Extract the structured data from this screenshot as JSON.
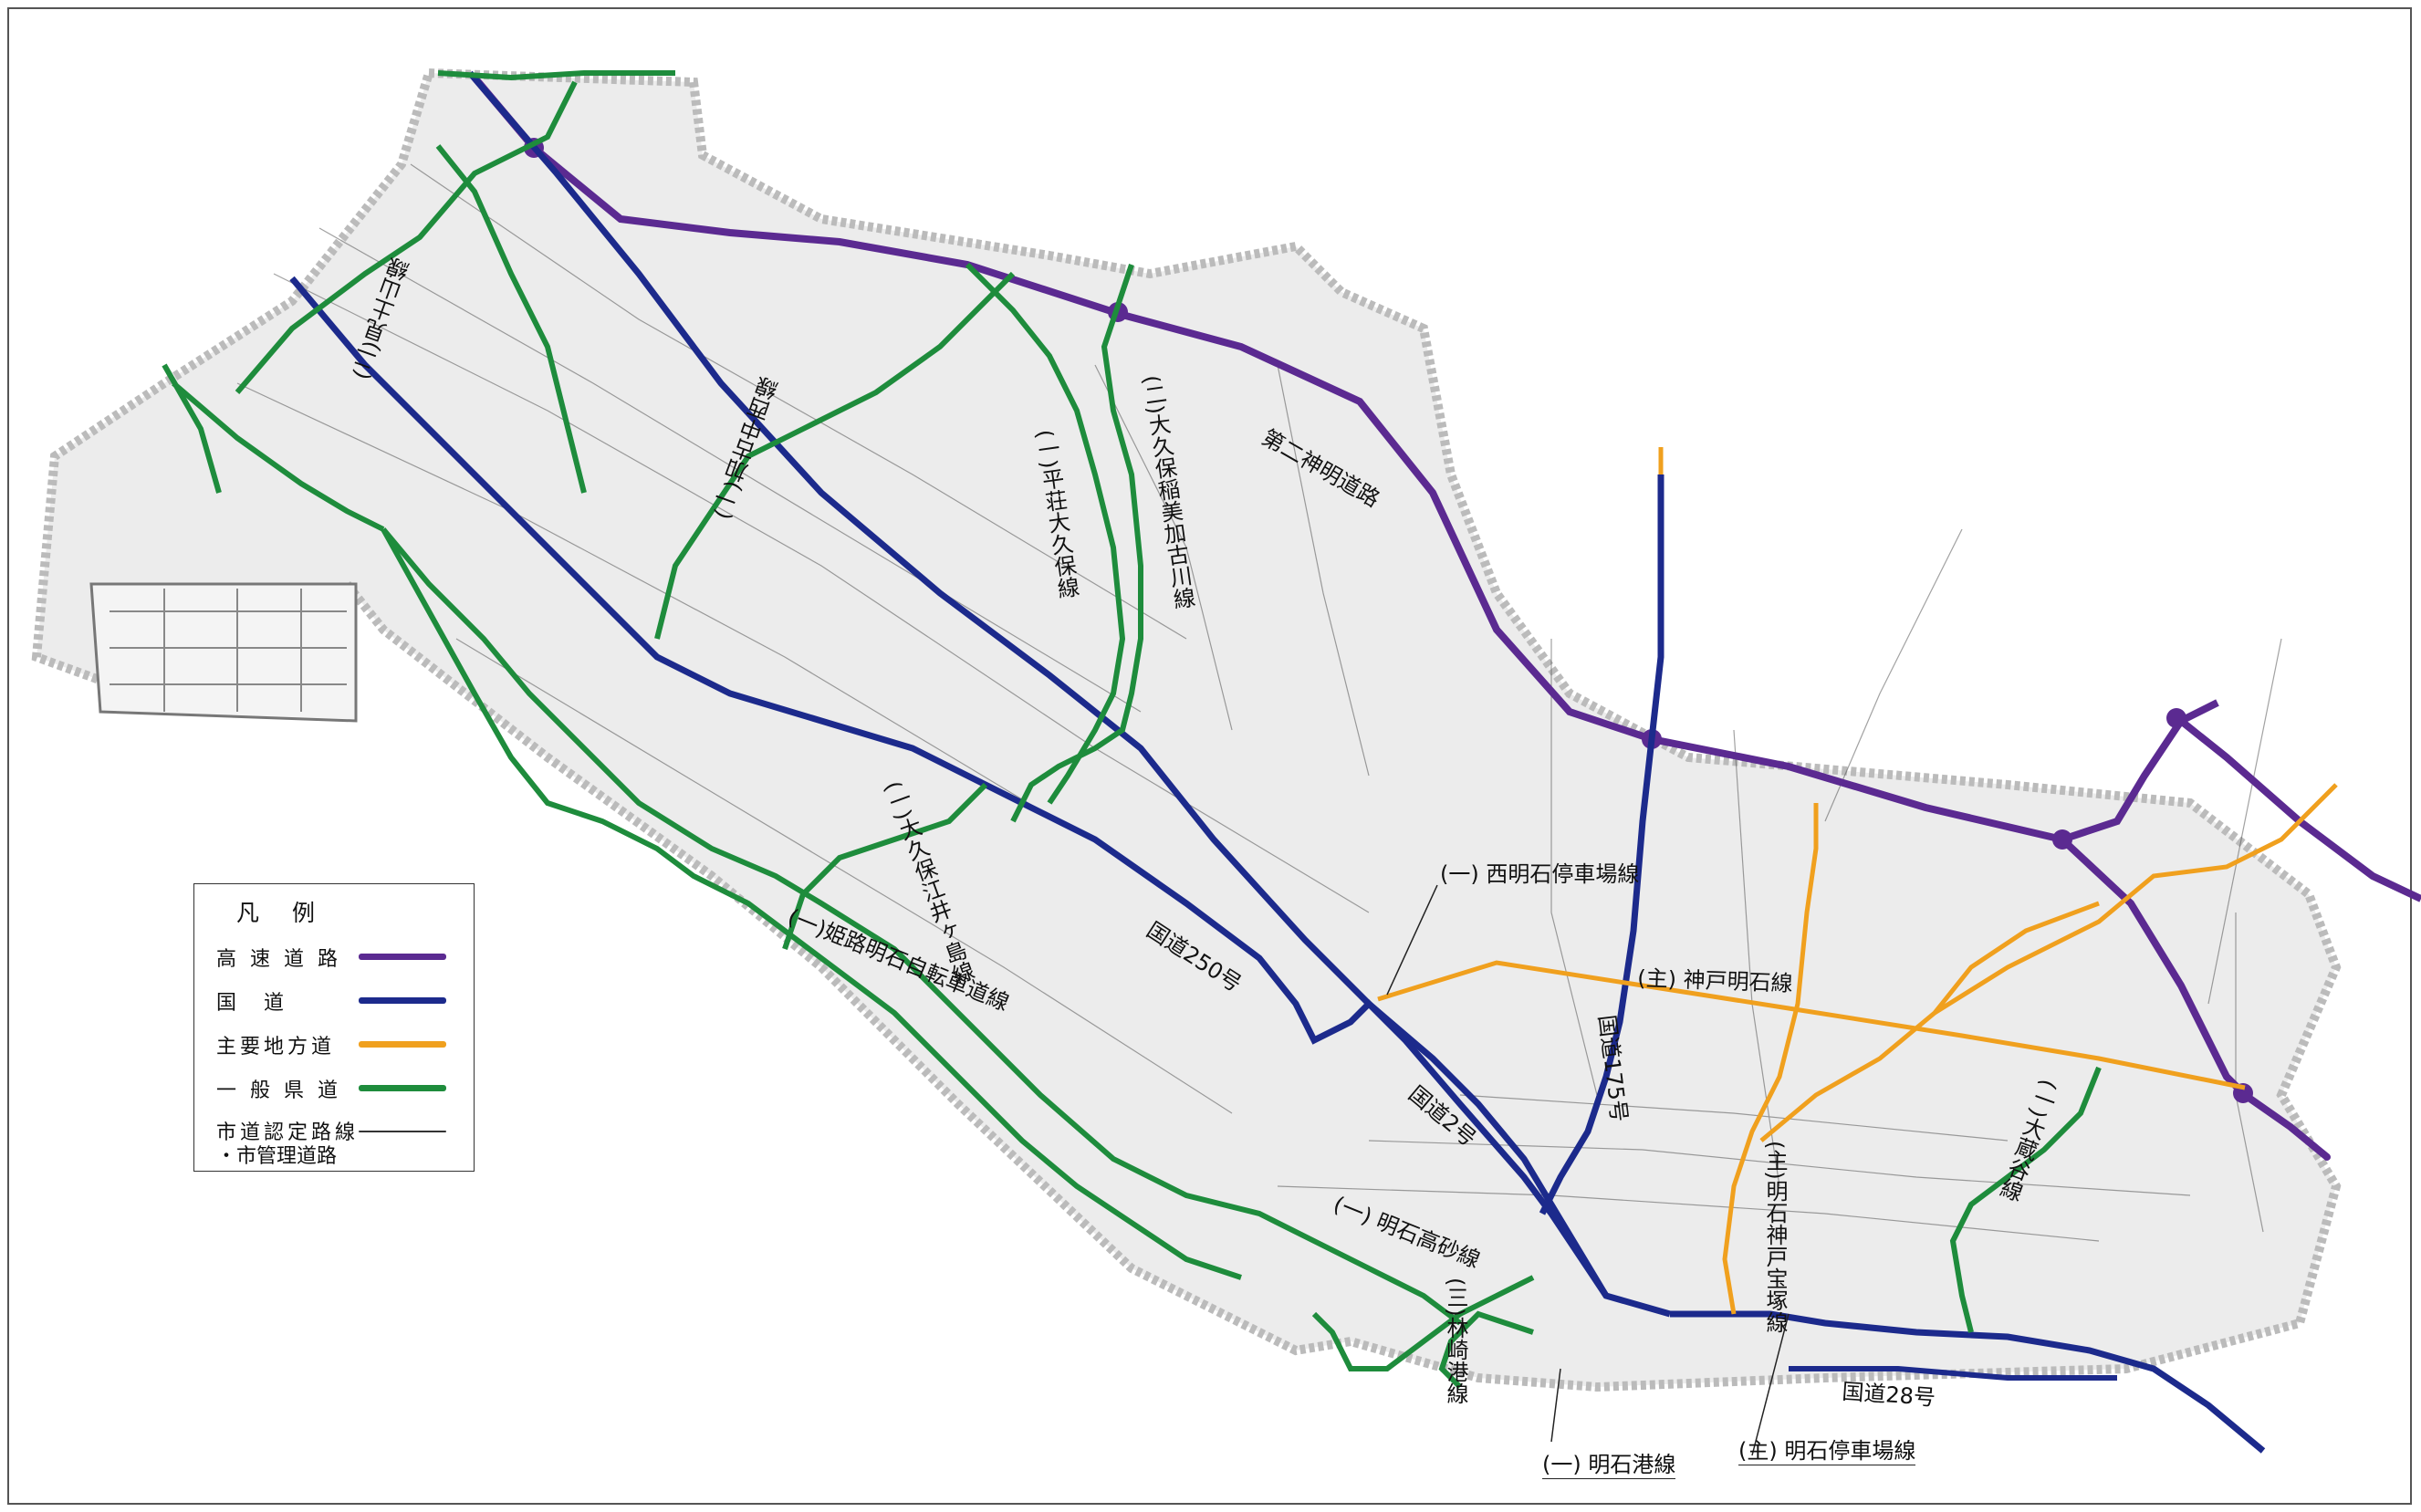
{
  "legend": {
    "title": "凡 例",
    "items": [
      {
        "label": "高 速 道 路",
        "color": "#5b2a91"
      },
      {
        "label": "国　道",
        "color": "#1c2a8c"
      },
      {
        "label": "主要地方道",
        "color": "#f0a01e"
      },
      {
        "label": "一 般 県 道",
        "color": "#1e8c3c"
      },
      {
        "label": "市道認定路線",
        "label2": "・市管理道路",
        "color": "#333333"
      }
    ]
  },
  "roads": {
    "expressway": "第二神明道路",
    "route_250": "国道250号",
    "route_2": "国道2号",
    "route_175": "国道175号",
    "route_28": "国道28号",
    "kobe_akashi": "(主) 神戸明石線",
    "nishi_akashi_station": "(一) 西明石停車場線",
    "himeji_akashi_bike": "(一)姫路明石自転車道線",
    "akashi_takasago": "(一) 明石高砂線",
    "akashi_port": "(一) 明石港線",
    "akashi_station": "(主) 明石停車場線",
    "okubo_inami_kakogawa": "(二)大久保稲美加古川線",
    "hiraso_okubo": "(一)平荘大久保線",
    "kako_nakanishi": "(一)加古中西線",
    "miki_toyama": "(二)見土山線",
    "okubo_ejima": "(一)大久保江井ヶ島線",
    "rinzaki_port": "(三)林崎港線",
    "akashi_kobe_takarazuka": "(主)明石神戸宝塚線",
    "taisan_kanami": "(一)大蔵谷線"
  },
  "colors": {
    "expressway": "#5b2a91",
    "national": "#1c2a8c",
    "main_local": "#f0a01e",
    "prefectural": "#1e8c3c",
    "city": "#333333",
    "land": "#e9e9e9"
  }
}
